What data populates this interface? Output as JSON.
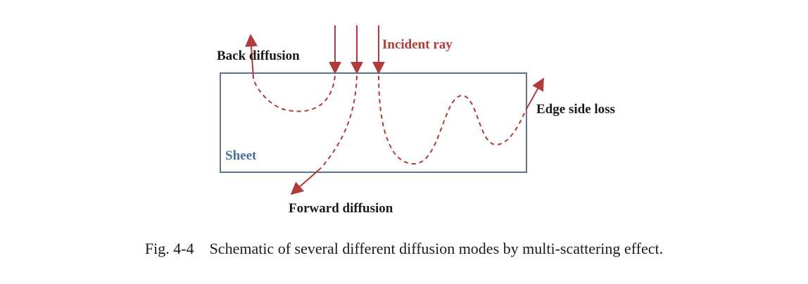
{
  "diagram": {
    "labels": {
      "back_diffusion": "Back diffusion",
      "incident_ray": "Incident ray",
      "edge_side_loss": "Edge side loss",
      "sheet": "Sheet",
      "forward_diffusion": "Forward diffusion"
    },
    "colors": {
      "ray": "#b23a3a",
      "sheet_border": "#5a7396",
      "sheet_label": "#4a6fa5",
      "text": "#1a1a1a"
    }
  },
  "caption": "Fig. 4-4    Schematic of several different diffusion modes by multi-scattering effect."
}
